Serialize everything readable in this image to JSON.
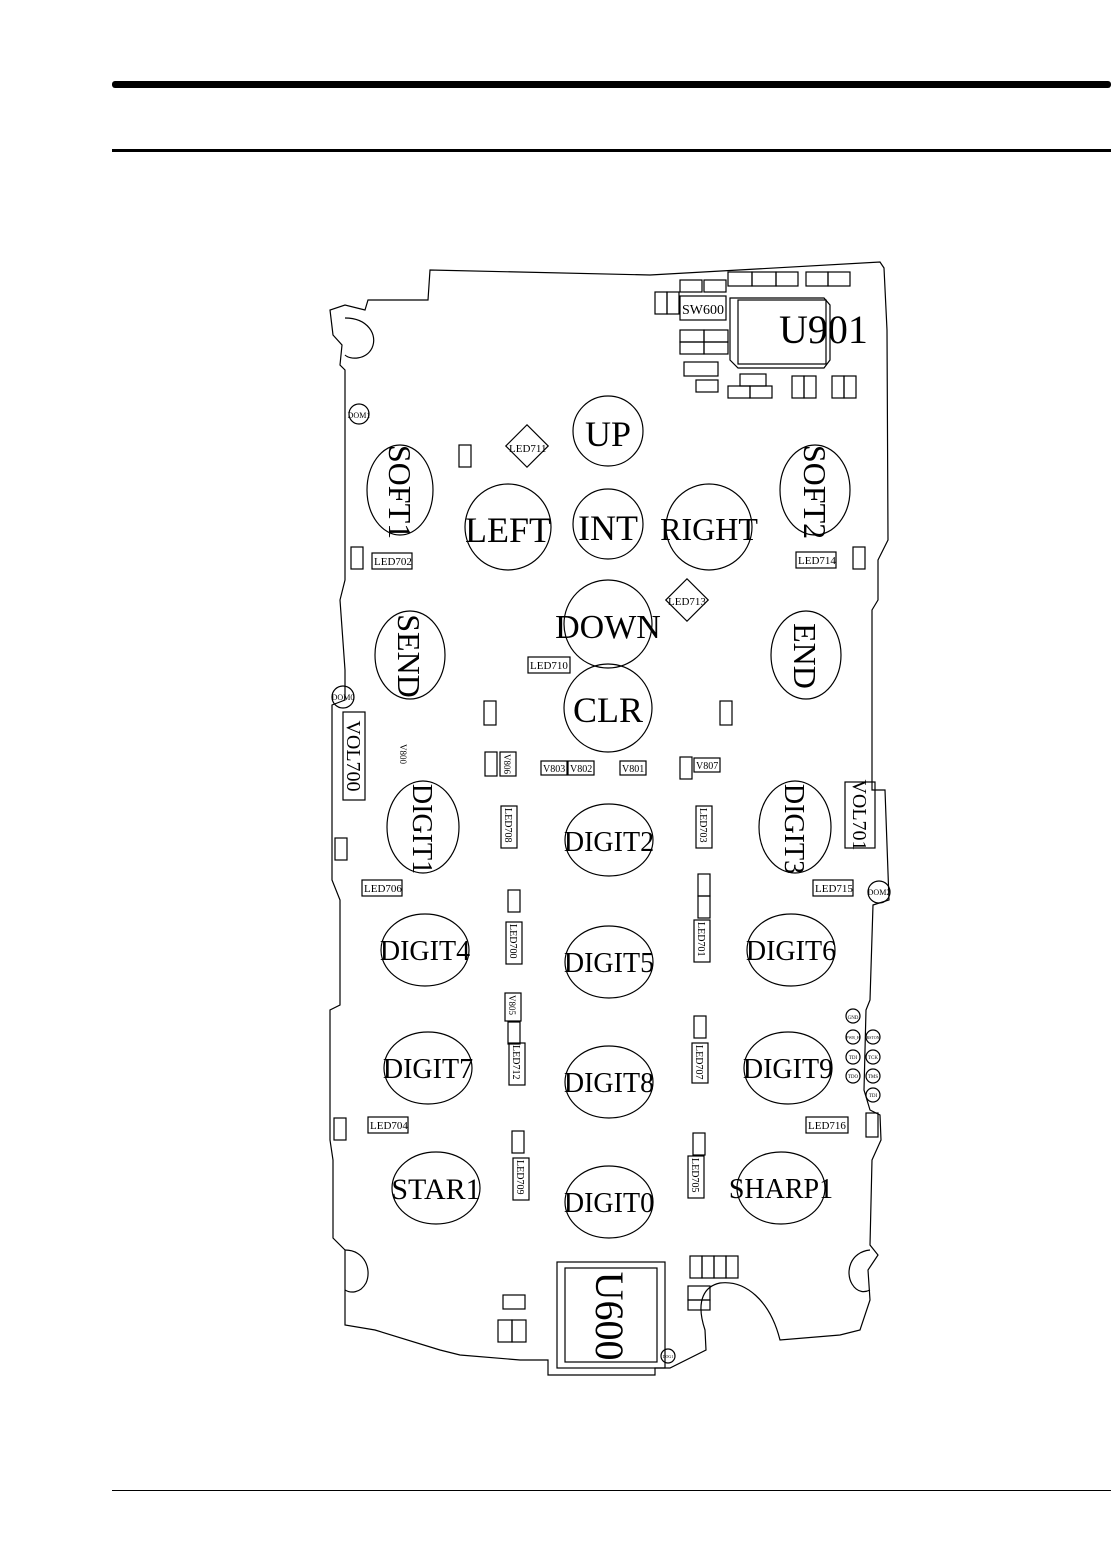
{
  "board": {
    "main_chips": [
      {
        "id": "u901",
        "label": "U901"
      },
      {
        "id": "u600",
        "label": "U600"
      },
      {
        "id": "sw600",
        "label": "SW600"
      }
    ],
    "keys": [
      {
        "id": "up",
        "label": "UP"
      },
      {
        "id": "soft1",
        "label": "SOFT1"
      },
      {
        "id": "soft2",
        "label": "SOFT2"
      },
      {
        "id": "left",
        "label": "LEFT"
      },
      {
        "id": "int",
        "label": "INT"
      },
      {
        "id": "right",
        "label": "RIGHT"
      },
      {
        "id": "down",
        "label": "DOWN"
      },
      {
        "id": "send",
        "label": "SEND"
      },
      {
        "id": "end",
        "label": "END"
      },
      {
        "id": "clr",
        "label": "CLR"
      },
      {
        "id": "digit1",
        "label": "DIGIT1"
      },
      {
        "id": "digit2",
        "label": "DIGIT2"
      },
      {
        "id": "digit3",
        "label": "DIGIT3"
      },
      {
        "id": "digit4",
        "label": "DIGIT4"
      },
      {
        "id": "digit5",
        "label": "DIGIT5"
      },
      {
        "id": "digit6",
        "label": "DIGIT6"
      },
      {
        "id": "digit7",
        "label": "DIGIT7"
      },
      {
        "id": "digit8",
        "label": "DIGIT8"
      },
      {
        "id": "digit9",
        "label": "DIGIT9"
      },
      {
        "id": "star1",
        "label": "STAR1"
      },
      {
        "id": "digit0",
        "label": "DIGIT0"
      },
      {
        "id": "sharp1",
        "label": "SHARP1"
      }
    ],
    "leds": [
      "LED711",
      "LED702",
      "LED714",
      "LED713",
      "LED710",
      "LED708",
      "LED703",
      "LED706",
      "LED715",
      "LED700",
      "LED701",
      "LED712",
      "LED707",
      "LED704",
      "LED716",
      "LED709",
      "LED705"
    ],
    "varistors": [
      "V800",
      "V806",
      "V803",
      "V802",
      "V801",
      "V807",
      "V805"
    ],
    "vol_switches": [
      "VOL700",
      "VOL701"
    ],
    "domes": [
      "DOM1",
      "DOM0",
      "DOM2"
    ],
    "test_points": [
      "GND",
      "PWR_H",
      "RSTON",
      "TDI",
      "TCK",
      "TDO",
      "TMS",
      "TDI"
    ],
    "small_marks": [
      "DOG1"
    ]
  }
}
